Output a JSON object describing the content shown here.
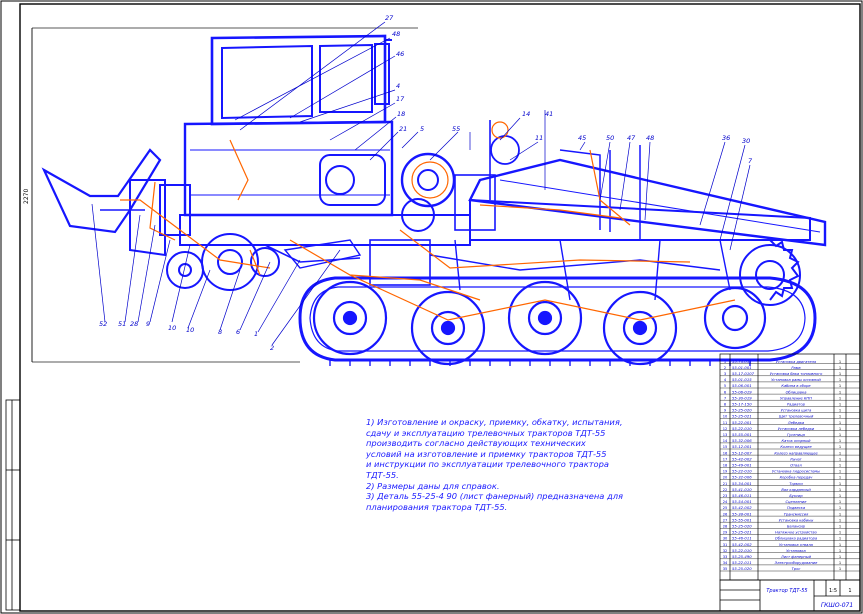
{
  "drawing": {
    "callouts": [
      "52",
      "51",
      "28",
      "9",
      "10",
      "10",
      "8",
      "6",
      "1",
      "2",
      "27",
      "48",
      "46",
      "4",
      "17",
      "18",
      "21",
      "5",
      "55",
      "14",
      "41",
      "11",
      "45",
      "50",
      "47",
      "48",
      "36",
      "30",
      "7"
    ],
    "dimension_text": "2270",
    "side_number": "1:5"
  },
  "notes": {
    "lines": [
      "1) Изготовление и окраску, приемку, обкатку, испытания,",
      "сдачу и эксплуатацию трелевочных тракторов ТДТ-55",
      "производить согласно действующих технических",
      "условий на изготовление и приемку тракторов ТДТ-55",
      "и инструкции по эксплуатации трелевочного трактора",
      "ТДТ-55.",
      "2) Размеры даны для справок.",
      "3) Деталь 55-25-4 90 (лист фанерный) предназначена для",
      "планирования трактора ТДТ-55."
    ]
  },
  "title_block": {
    "designation": "ГКШО-071",
    "doc_title": "Трактор ТДТ-55",
    "scale": "1:5",
    "sheet": "1"
  },
  "spec_rows": [
    {
      "code": "55-74-051",
      "name": "Установка двигателя"
    },
    {
      "code": "55-01-001",
      "name": "Рама"
    },
    {
      "code": "55-17-0107",
      "name": "Установка бака топливного"
    },
    {
      "code": "55-01-015",
      "name": "Установка рамы основной"
    },
    {
      "code": "55-06-001",
      "name": "Кабина в сборе"
    },
    {
      "code": "55-06-019",
      "name": "Облицовка"
    },
    {
      "code": "55-30-019",
      "name": "Управление КПП"
    },
    {
      "code": "55-17-150",
      "name": "Радиатор"
    },
    {
      "code": "55-25-020",
      "name": "Установка щита"
    },
    {
      "code": "55-25-021",
      "name": "Щит трелевочный"
    },
    {
      "code": "55-22-001",
      "name": "Лебедка"
    },
    {
      "code": "55-22-010",
      "name": "Установка лебедки"
    },
    {
      "code": "55-55-001",
      "name": "Гусеница"
    },
    {
      "code": "55-32-006",
      "name": "Каток опорный"
    },
    {
      "code": "55-12-001",
      "name": "Колесо ведущее"
    },
    {
      "code": "55-12-007",
      "name": "Колесо направляющее"
    },
    {
      "code": "55-42-002",
      "name": "Рычаг"
    },
    {
      "code": "55-49-001",
      "name": "Отвал"
    },
    {
      "code": "55-22-010",
      "name": "Установка гидросистемы"
    },
    {
      "code": "55-32-006",
      "name": "Коробка передач"
    },
    {
      "code": "55-34-001",
      "name": "Тормоз"
    },
    {
      "code": "55-41-010",
      "name": "Вал карданный"
    },
    {
      "code": "55-46-011",
      "name": "Буксир"
    },
    {
      "code": "55-54-001",
      "name": "Сцепление"
    },
    {
      "code": "55-42-002",
      "name": "Подвеска"
    },
    {
      "code": "55-38-001",
      "name": "Трансмиссия"
    },
    {
      "code": "55-55-001",
      "name": "Установка кабины"
    },
    {
      "code": "55-25-020",
      "name": "Балансир"
    },
    {
      "code": "55-25-021",
      "name": "Натяжное устройство"
    },
    {
      "code": "55-46-011",
      "name": "Облицовка радиатора"
    },
    {
      "code": "55-42-002",
      "name": "Установка отвала"
    },
    {
      "code": "55-22-010",
      "name": "Установка"
    },
    {
      "code": "55-25-490",
      "name": "Лист фанерный"
    },
    {
      "code": "55-22-011",
      "name": "Электрооборудование"
    },
    {
      "code": "55-25-020",
      "name": "Трос"
    }
  ]
}
